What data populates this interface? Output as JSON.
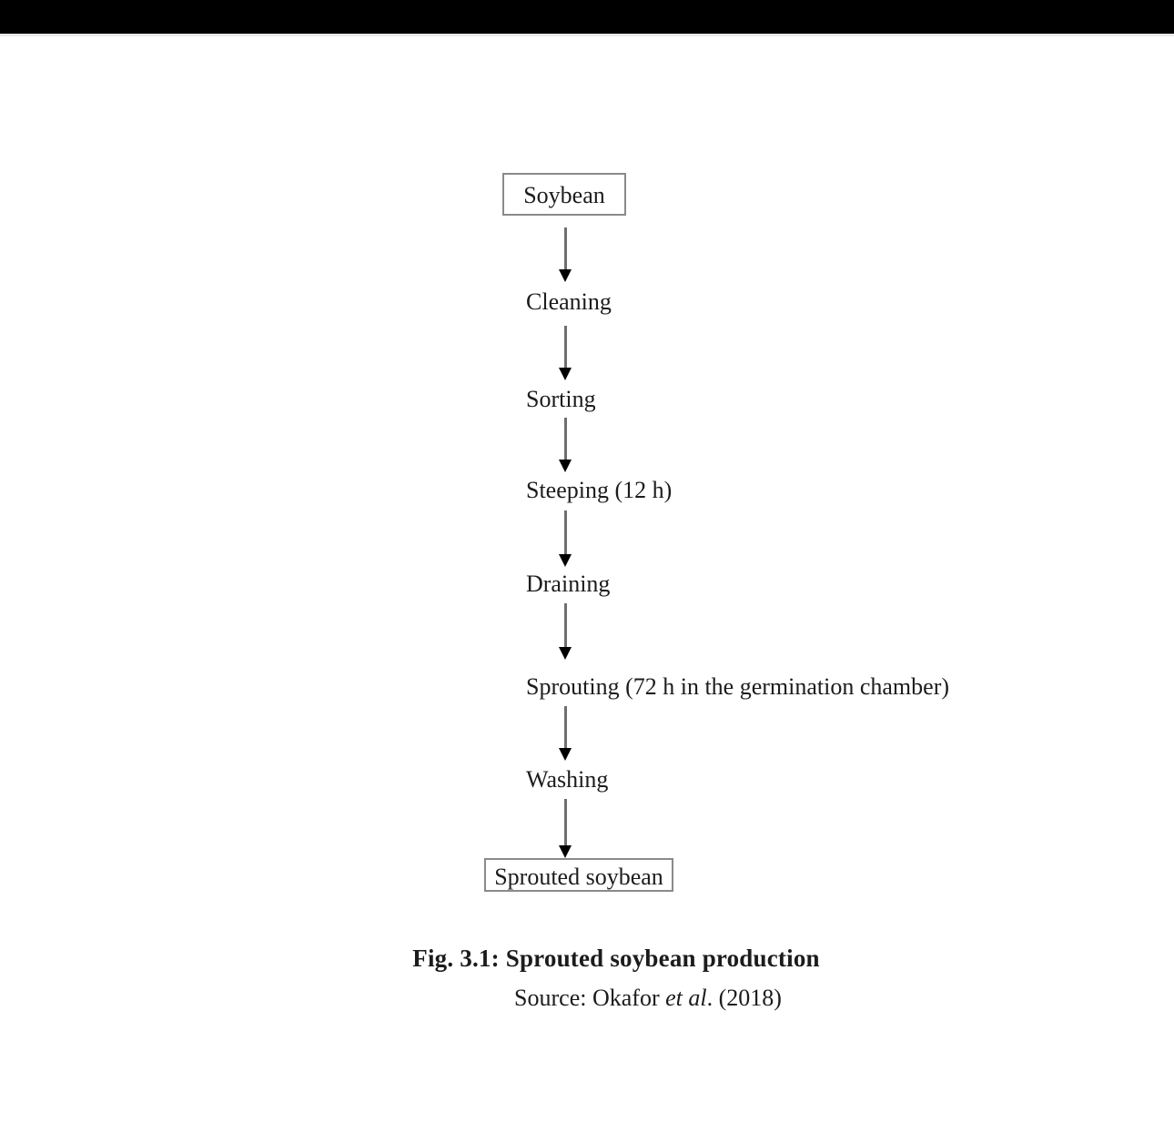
{
  "figure": {
    "type": "flowchart",
    "orientation": "vertical-top-to-bottom",
    "title": "Sprouted soybean production",
    "nodes": [
      {
        "id": "soybean",
        "label": "Soybean",
        "shape": "box"
      },
      {
        "id": "cleaning",
        "label": "Cleaning",
        "shape": "text"
      },
      {
        "id": "sorting",
        "label": "Sorting",
        "shape": "text"
      },
      {
        "id": "steeping",
        "label": "Steeping (12 h)",
        "shape": "text"
      },
      {
        "id": "draining",
        "label": "Draining",
        "shape": "text"
      },
      {
        "id": "sprouting",
        "label": "Sprouting (72 h in the germination chamber)",
        "shape": "text"
      },
      {
        "id": "washing",
        "label": "Washing",
        "shape": "text"
      },
      {
        "id": "sprouted-soybean",
        "label": "Sprouted soybean",
        "shape": "box"
      }
    ],
    "edges": [
      {
        "from": "soybean",
        "to": "cleaning"
      },
      {
        "from": "cleaning",
        "to": "sorting"
      },
      {
        "from": "sorting",
        "to": "steeping"
      },
      {
        "from": "steeping",
        "to": "draining"
      },
      {
        "from": "draining",
        "to": "sprouting"
      },
      {
        "from": "sprouting",
        "to": "washing"
      },
      {
        "from": "washing",
        "to": "sprouted-soybean"
      }
    ]
  },
  "caption": {
    "title": "Fig. 3.1: Sprouted soybean production",
    "source_prefix": "Source: Okafor ",
    "source_italic": "et al",
    "source_suffix": ". (2018)"
  },
  "colors": {
    "page_background": "#ffffff",
    "top_band": "#000000",
    "box_border": "#8a8a8a",
    "arrow_shaft": "#6f6f6f",
    "arrow_head": "#000000",
    "text": "#1c1c1c"
  }
}
